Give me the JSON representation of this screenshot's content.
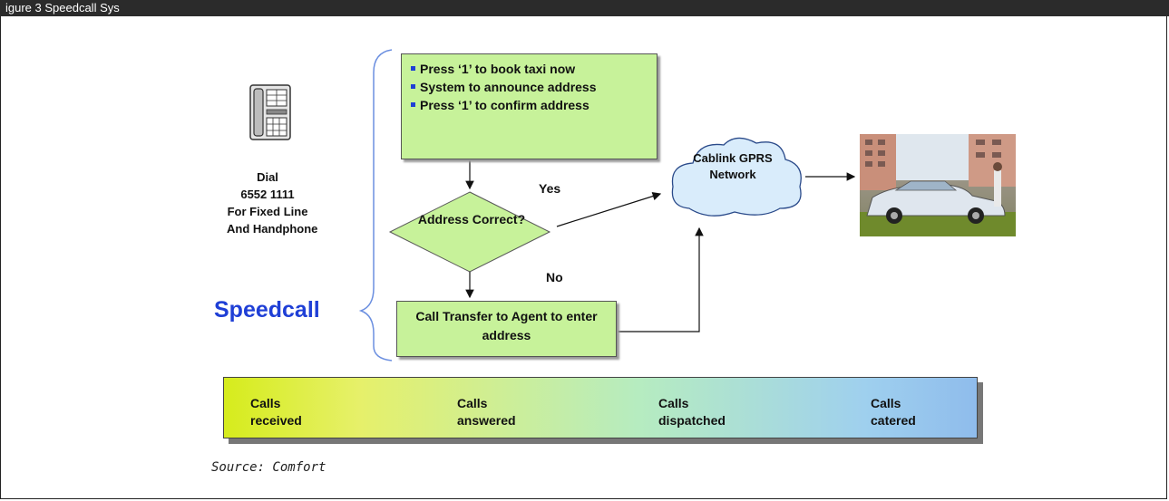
{
  "header": {
    "text": "igure 3 Speedcall Sys"
  },
  "dial": {
    "lines": [
      "Dial",
      "6552 1111",
      "For Fixed Line",
      "And Handphone"
    ]
  },
  "brand": {
    "label": "Speedcall"
  },
  "steps_box": {
    "items": [
      "Press ‘1’ to book taxi now",
      "System to announce address",
      "Press ‘1’ to confirm address"
    ]
  },
  "decision": {
    "text": "Address Correct?",
    "yes_label": "Yes",
    "no_label": "No"
  },
  "transfer_box": {
    "text": "Call Transfer to Agent to enter address"
  },
  "network": {
    "text": "Cablink GPRS Network"
  },
  "pipeline": {
    "stages": [
      {
        "line1": "Calls",
        "line2": "received"
      },
      {
        "line1": "Calls",
        "line2": "answered"
      },
      {
        "line1": "Calls",
        "line2": "dispatched"
      },
      {
        "line1": "Calls",
        "line2": "catered"
      }
    ]
  },
  "footer": {
    "source": "Source: Comfort"
  },
  "colors": {
    "box_fill": "#c7f29a",
    "speedcall_blue": "#1f3fd6",
    "cloud_fill": "#d9ecfb",
    "pipeline_start": "#d6ec1c",
    "pipeline_end": "#8fbcec"
  },
  "icons": [
    "telephone-icon",
    "cloud-icon",
    "taxi-photo"
  ]
}
